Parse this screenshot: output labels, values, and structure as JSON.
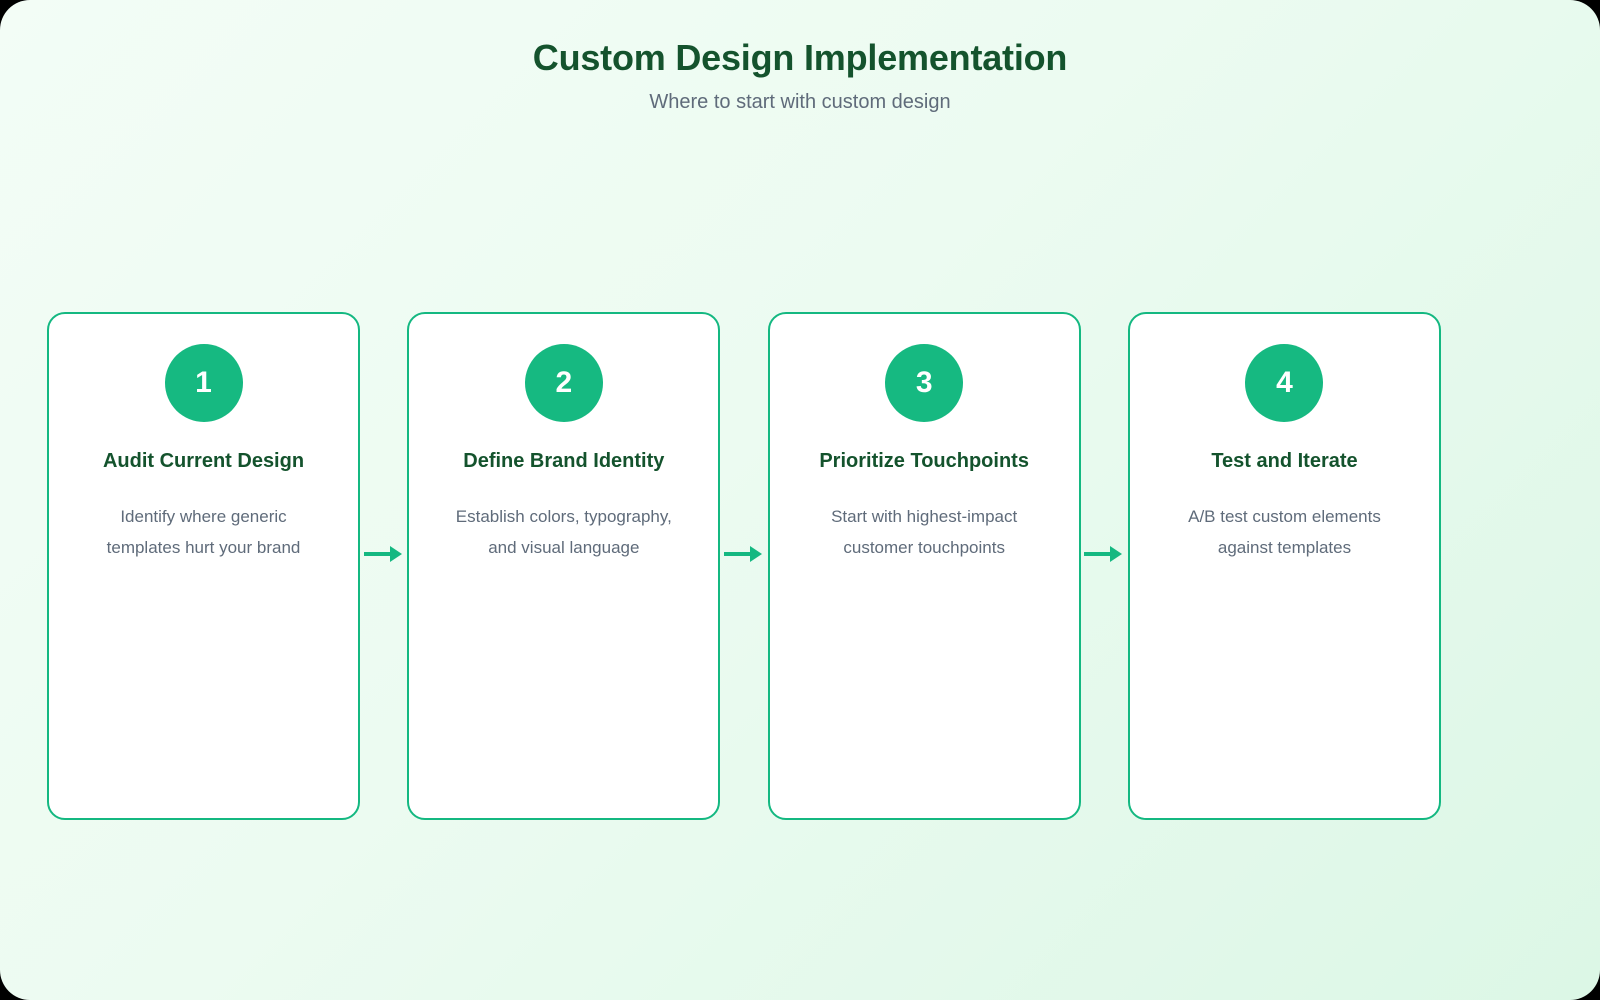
{
  "header": {
    "title": "Custom Design Implementation",
    "subtitle": "Where to start with custom design"
  },
  "colors": {
    "accent": "#16b981",
    "card_border": "#14b881",
    "title_text": "#14532d",
    "body_text": "#5f6b7a",
    "card_bg": "#ffffff",
    "page_bg_start": "#f3fdf6",
    "page_bg_end": "#dcf7e6"
  },
  "flow": {
    "connector_icon": "arrow-right-icon",
    "steps": [
      {
        "number": "1",
        "title": "Audit Current Design",
        "description": "Identify where generic templates hurt your brand"
      },
      {
        "number": "2",
        "title": "Define Brand Identity",
        "description": "Establish colors, typography, and visual language"
      },
      {
        "number": "3",
        "title": "Prioritize Touchpoints",
        "description": "Start with highest-impact customer touchpoints"
      },
      {
        "number": "4",
        "title": "Test and Iterate",
        "description": "A/B test custom elements against templates"
      }
    ]
  }
}
